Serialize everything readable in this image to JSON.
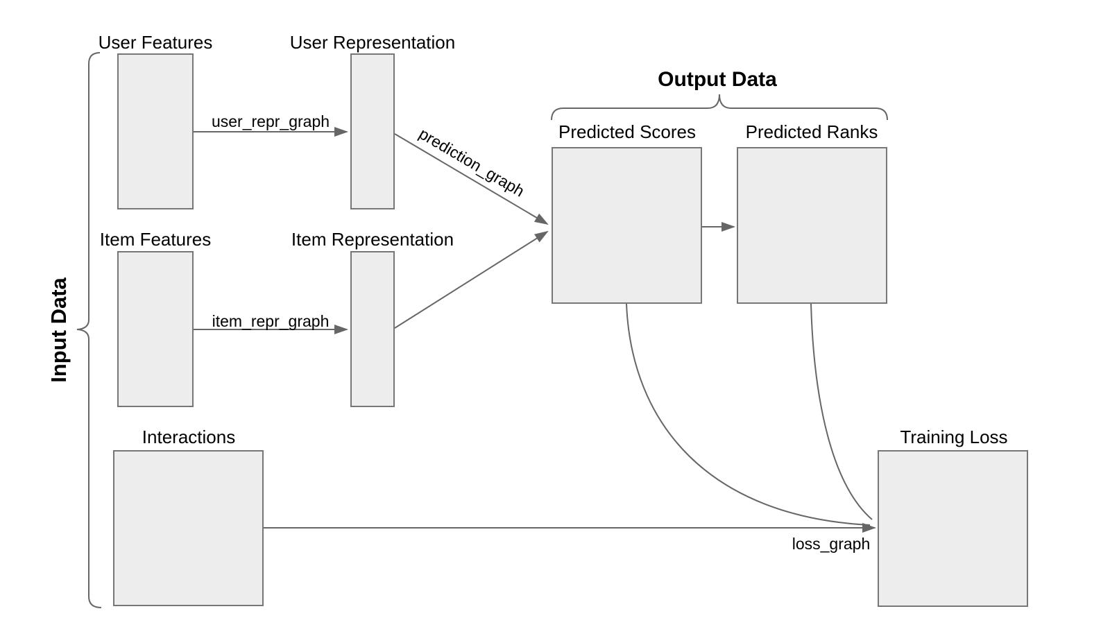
{
  "diagram": {
    "title_groups": {
      "input_data": {
        "label": "Input Data"
      },
      "output_data": {
        "label": "Output Data"
      }
    },
    "nodes": {
      "user_features": {
        "label": "User Features"
      },
      "user_representation": {
        "label": "User Representation"
      },
      "item_features": {
        "label": "Item Features"
      },
      "item_representation": {
        "label": "Item Representation"
      },
      "interactions": {
        "label": "Interactions"
      },
      "predicted_scores": {
        "label": "Predicted Scores"
      },
      "predicted_ranks": {
        "label": "Predicted Ranks"
      },
      "training_loss": {
        "label": "Training Loss"
      }
    },
    "edges": {
      "user_repr_graph": {
        "label": "user_repr_graph"
      },
      "item_repr_graph": {
        "label": "item_repr_graph"
      },
      "prediction_graph": {
        "label": "prediction_graph"
      },
      "loss_graph": {
        "label": "loss_graph"
      }
    },
    "colors": {
      "background": "#ffffff",
      "node_fill": "#ededed",
      "node_border": "#767676",
      "edge_color": "#666666",
      "text_color": "#000000"
    }
  }
}
